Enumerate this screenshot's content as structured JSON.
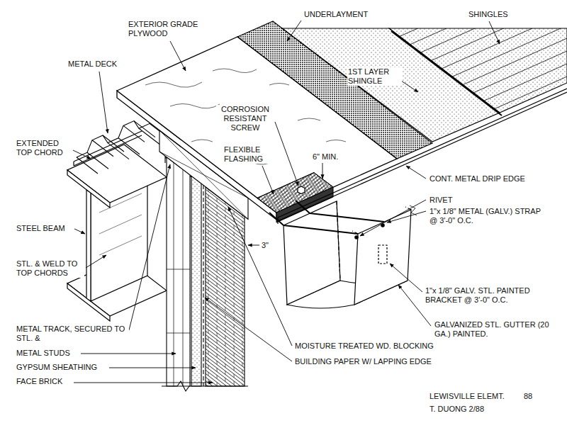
{
  "diagram": {
    "labels": [
      "EXTERIOR GRADE PLYWOOD",
      "METAL DECK",
      "UNDERLAYMENT",
      "SHINGLES",
      "1ST LAYER SHINGLE",
      "EXTENDED TOP CHORD",
      "CORROSION RESISTANT SCREW",
      "FLEXIBLE FLASHING",
      "6\" MIN.",
      "CONT. METAL DRIP EDGE",
      "RIVET",
      "1\"x 1/8\" METAL (GALV.) STRAP @ 3'-0\" O.C.",
      "STEEL BEAM",
      "STL. & WELD TO TOP CHORDS",
      "3\"",
      "1\"x 1/8\" GALV. STL. PAINTED BRACKET @ 3'-0\" O.C.",
      "GALVANIZED STL. GUTTER (20 GA.) PAINTED.",
      "METAL TRACK, SECURED TO STL. &",
      "METAL STUDS",
      "GYPSUM SHEATHING",
      "FACE BRICK",
      "MOISTURE TREATED WD. BLOCKING",
      "BUILDING PAPER W/ LAPPING EDGE",
      "LEWISVILLE ELEMT.",
      "88",
      "T. DUONG 2/88"
    ]
  }
}
